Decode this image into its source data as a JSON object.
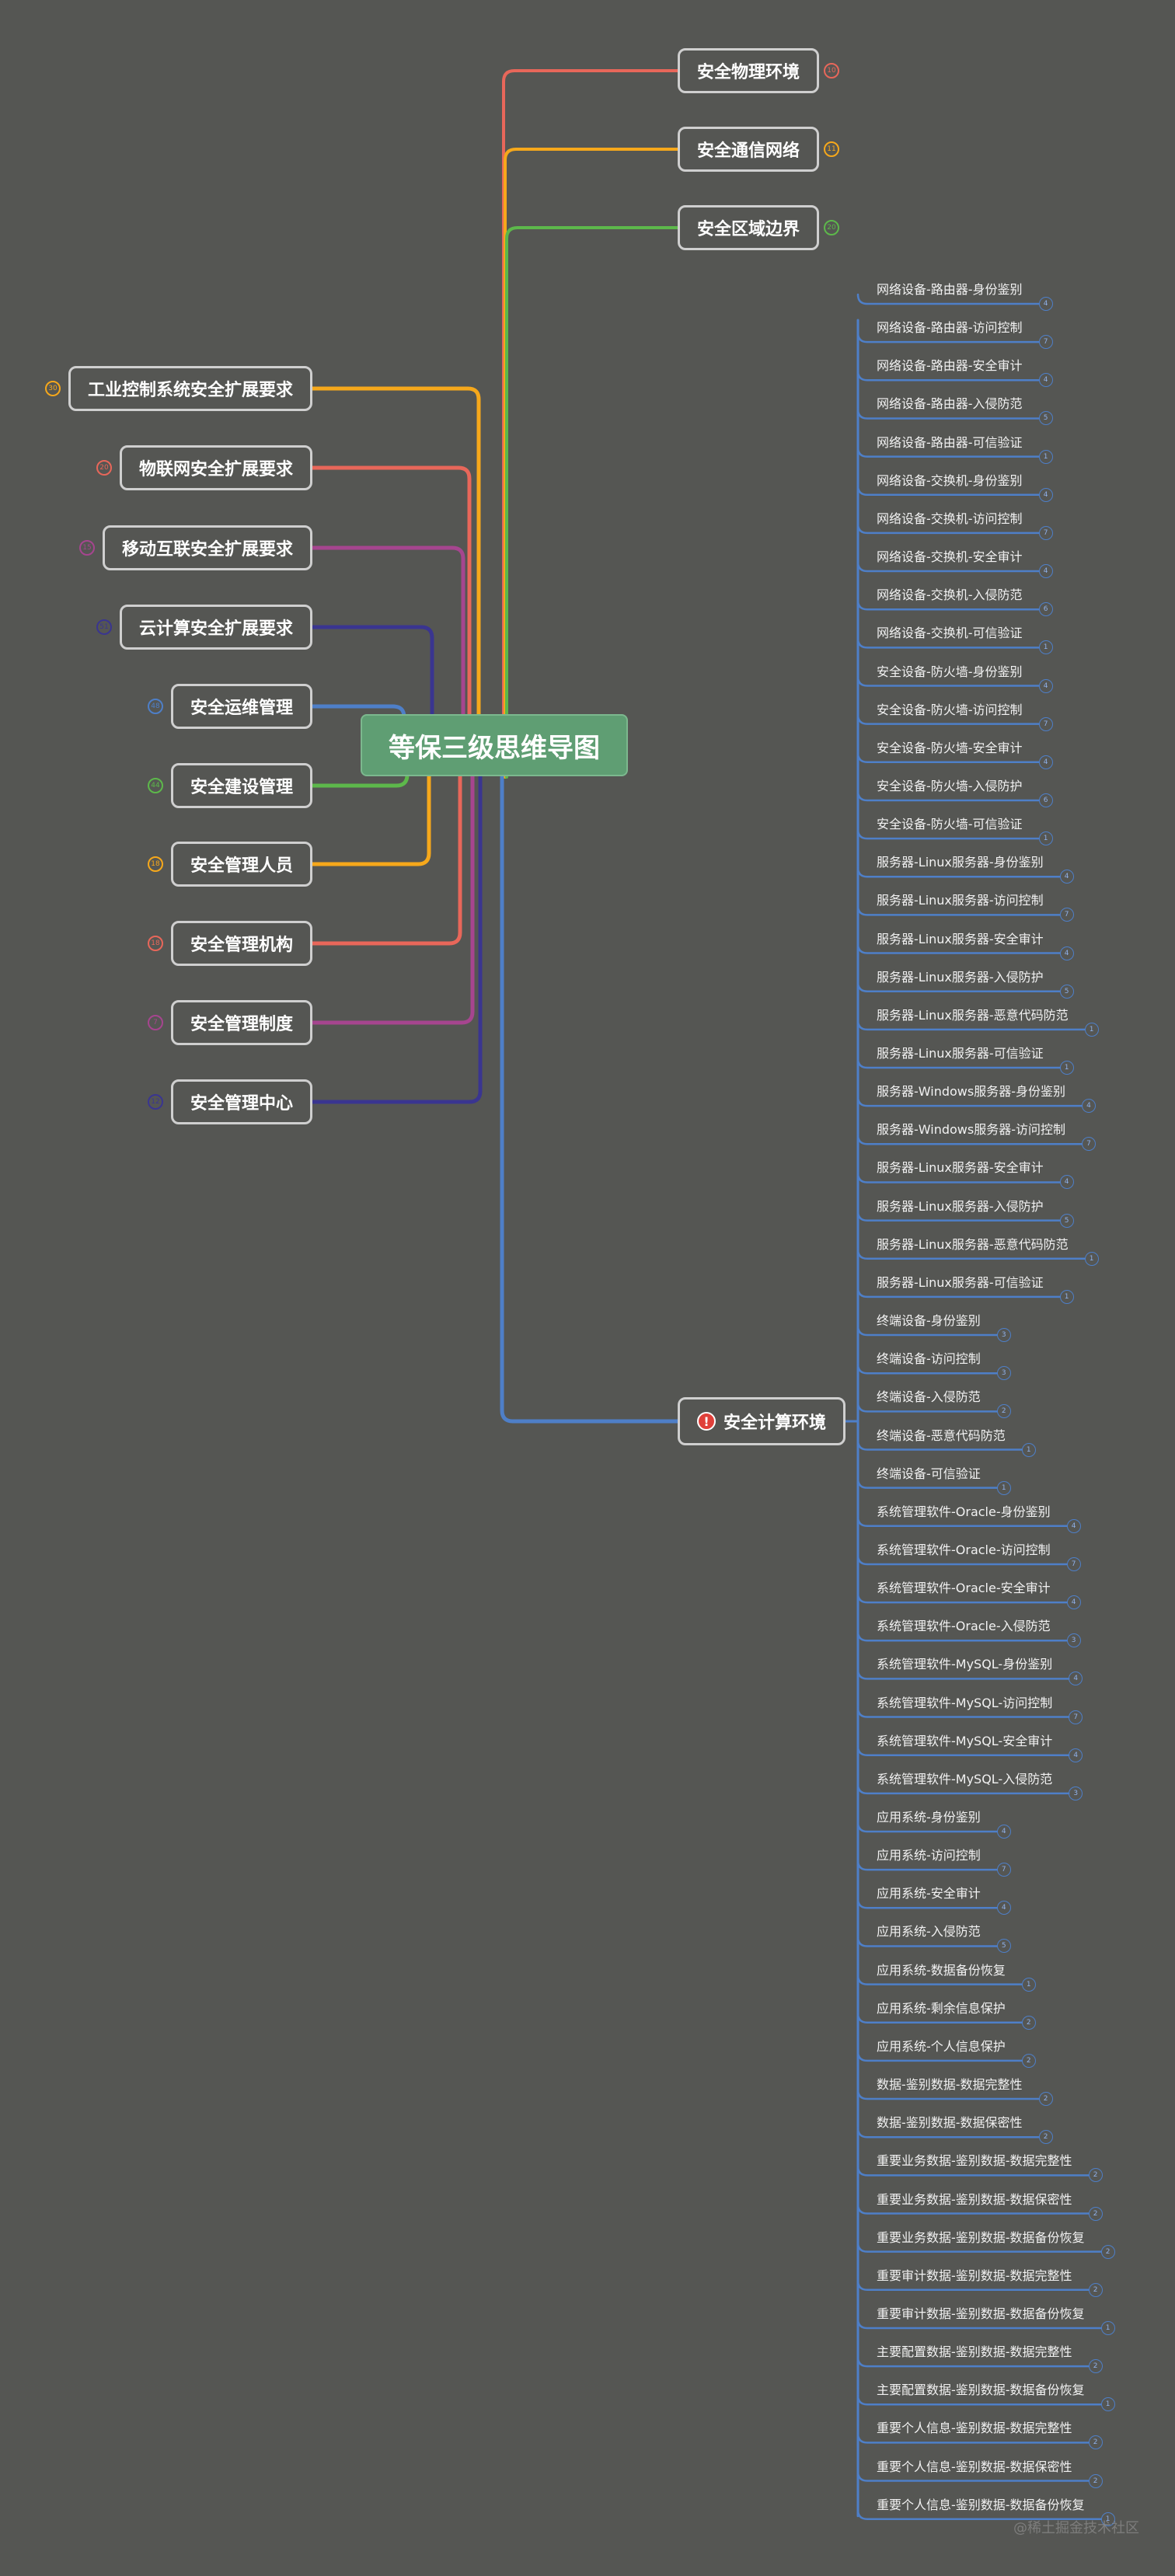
{
  "root": {
    "label": "等保三级思维导图"
  },
  "colors": {
    "background": "#555653",
    "root": "#5f9e73",
    "red": "#e8675a",
    "orange": "#f6a81b",
    "green": "#5db84b",
    "blue": "#4e7fc8",
    "purple": "#a6458f",
    "navy": "#3a3590"
  },
  "right_nodes": [
    {
      "label": "安全物理环境",
      "badge": "10",
      "color": "#e8675a"
    },
    {
      "label": "安全通信网络",
      "badge": "11",
      "color": "#f6a81b"
    },
    {
      "label": "安全区域边界",
      "badge": "20",
      "color": "#5db84b"
    }
  ],
  "compute_node": {
    "label": "安全计算环境",
    "icon": "warning-icon",
    "icon_text": "!"
  },
  "left_nodes": [
    {
      "label": "工业控制系统安全扩展要求",
      "badge": "30",
      "color": "#f6a81b"
    },
    {
      "label": "物联网安全扩展要求",
      "badge": "20",
      "color": "#e8675a"
    },
    {
      "label": "移动互联安全扩展要求",
      "badge": "15",
      "color": "#a6458f"
    },
    {
      "label": "云计算安全扩展要求",
      "badge": "51",
      "color": "#3a3590"
    },
    {
      "label": "安全运维管理",
      "badge": "48",
      "color": "#4e7fc8"
    },
    {
      "label": "安全建设管理",
      "badge": "44",
      "color": "#5db84b"
    },
    {
      "label": "安全管理人员",
      "badge": "18",
      "color": "#f6a81b"
    },
    {
      "label": "安全管理机构",
      "badge": "18",
      "color": "#e8675a"
    },
    {
      "label": "安全管理制度",
      "badge": "7",
      "color": "#a6458f"
    },
    {
      "label": "安全管理中心",
      "badge": "12",
      "color": "#3a3590"
    }
  ],
  "leaves": [
    {
      "label": "网络设备-路由器-身份鉴别",
      "badge": "4"
    },
    {
      "label": "网络设备-路由器-访问控制",
      "badge": "7"
    },
    {
      "label": "网络设备-路由器-安全审计",
      "badge": "4"
    },
    {
      "label": "网络设备-路由器-入侵防范",
      "badge": "5"
    },
    {
      "label": "网络设备-路由器-可信验证",
      "badge": "1"
    },
    {
      "label": "网络设备-交换机-身份鉴别",
      "badge": "4"
    },
    {
      "label": "网络设备-交换机-访问控制",
      "badge": "7"
    },
    {
      "label": "网络设备-交换机-安全审计",
      "badge": "4"
    },
    {
      "label": "网络设备-交换机-入侵防范",
      "badge": "6"
    },
    {
      "label": "网络设备-交换机-可信验证",
      "badge": "1"
    },
    {
      "label": "安全设备-防火墙-身份鉴别",
      "badge": "4"
    },
    {
      "label": "安全设备-防火墙-访问控制",
      "badge": "7"
    },
    {
      "label": "安全设备-防火墙-安全审计",
      "badge": "4"
    },
    {
      "label": "安全设备-防火墙-入侵防护",
      "badge": "6"
    },
    {
      "label": "安全设备-防火墙-可信验证",
      "badge": "1"
    },
    {
      "label": "服务器-Linux服务器-身份鉴别",
      "badge": "4"
    },
    {
      "label": "服务器-Linux服务器-访问控制",
      "badge": "7"
    },
    {
      "label": "服务器-Linux服务器-安全审计",
      "badge": "4"
    },
    {
      "label": "服务器-Linux服务器-入侵防护",
      "badge": "5"
    },
    {
      "label": "服务器-Linux服务器-恶意代码防范",
      "badge": "1"
    },
    {
      "label": "服务器-Linux服务器-可信验证",
      "badge": "1"
    },
    {
      "label": "服务器-Windows服务器-身份鉴别",
      "badge": "4"
    },
    {
      "label": "服务器-Windows服务器-访问控制",
      "badge": "7"
    },
    {
      "label": "服务器-Linux服务器-安全审计",
      "badge": "4"
    },
    {
      "label": "服务器-Linux服务器-入侵防护",
      "badge": "5"
    },
    {
      "label": "服务器-Linux服务器-恶意代码防范",
      "badge": "1"
    },
    {
      "label": "服务器-Linux服务器-可信验证",
      "badge": "1"
    },
    {
      "label": "终端设备-身份鉴别",
      "badge": "3"
    },
    {
      "label": "终端设备-访问控制",
      "badge": "3"
    },
    {
      "label": "终端设备-入侵防范",
      "badge": "2"
    },
    {
      "label": "终端设备-恶意代码防范",
      "badge": "1"
    },
    {
      "label": "终端设备-可信验证",
      "badge": "1"
    },
    {
      "label": "系统管理软件-Oracle-身份鉴别",
      "badge": "4"
    },
    {
      "label": "系统管理软件-Oracle-访问控制",
      "badge": "7"
    },
    {
      "label": "系统管理软件-Oracle-安全审计",
      "badge": "4"
    },
    {
      "label": "系统管理软件-Oracle-入侵防范",
      "badge": "3"
    },
    {
      "label": "系统管理软件-MySQL-身份鉴别",
      "badge": "4"
    },
    {
      "label": "系统管理软件-MySQL-访问控制",
      "badge": "7"
    },
    {
      "label": "系统管理软件-MySQL-安全审计",
      "badge": "4"
    },
    {
      "label": "系统管理软件-MySQL-入侵防范",
      "badge": "3"
    },
    {
      "label": "应用系统-身份鉴别",
      "badge": "4"
    },
    {
      "label": "应用系统-访问控制",
      "badge": "7"
    },
    {
      "label": "应用系统-安全审计",
      "badge": "4"
    },
    {
      "label": "应用系统-入侵防范",
      "badge": "5"
    },
    {
      "label": "应用系统-数据备份恢复",
      "badge": "1"
    },
    {
      "label": "应用系统-剩余信息保护",
      "badge": "2"
    },
    {
      "label": "应用系统-个人信息保护",
      "badge": "2"
    },
    {
      "label": "数据-鉴别数据-数据完整性",
      "badge": "2"
    },
    {
      "label": "数据-鉴别数据-数据保密性",
      "badge": "2"
    },
    {
      "label": "重要业务数据-鉴别数据-数据完整性",
      "badge": "2"
    },
    {
      "label": "重要业务数据-鉴别数据-数据保密性",
      "badge": "2"
    },
    {
      "label": "重要业务数据-鉴别数据-数据备份恢复",
      "badge": "2"
    },
    {
      "label": "重要审计数据-鉴别数据-数据完整性",
      "badge": "2"
    },
    {
      "label": "重要审计数据-鉴别数据-数据备份恢复",
      "badge": "1"
    },
    {
      "label": "主要配置数据-鉴别数据-数据完整性",
      "badge": "2"
    },
    {
      "label": "主要配置数据-鉴别数据-数据备份恢复",
      "badge": "1"
    },
    {
      "label": "重要个人信息-鉴别数据-数据完整性",
      "badge": "2"
    },
    {
      "label": "重要个人信息-鉴别数据-数据保密性",
      "badge": "2"
    },
    {
      "label": "重要个人信息-鉴别数据-数据备份恢复",
      "badge": "1"
    }
  ],
  "watermark": "@稀土掘金技术社区"
}
